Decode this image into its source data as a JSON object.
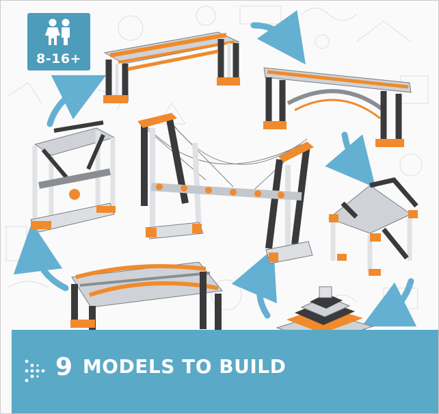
{
  "badge": {
    "age_range": "8-16+",
    "icon": "children-icon"
  },
  "banner": {
    "count": "9",
    "label": "MODELS TO BUILD",
    "icon": "chevron-arrows-icon"
  },
  "colors": {
    "badge_blue": "#4d9cbc",
    "banner_blue": "#5aa9c6",
    "arrow_blue": "#64b0d2",
    "beam_orange": "#f08a2c",
    "beam_dark": "#3a3a3c",
    "beam_grey": "#c9ccd0"
  },
  "models": [
    "flat-bridge-top",
    "truss-bridge-top-right",
    "crane-left",
    "suspension-bridge-center",
    "house-frame-right",
    "truss-bridge-bottom-left",
    "pyramid-bottom-right"
  ]
}
